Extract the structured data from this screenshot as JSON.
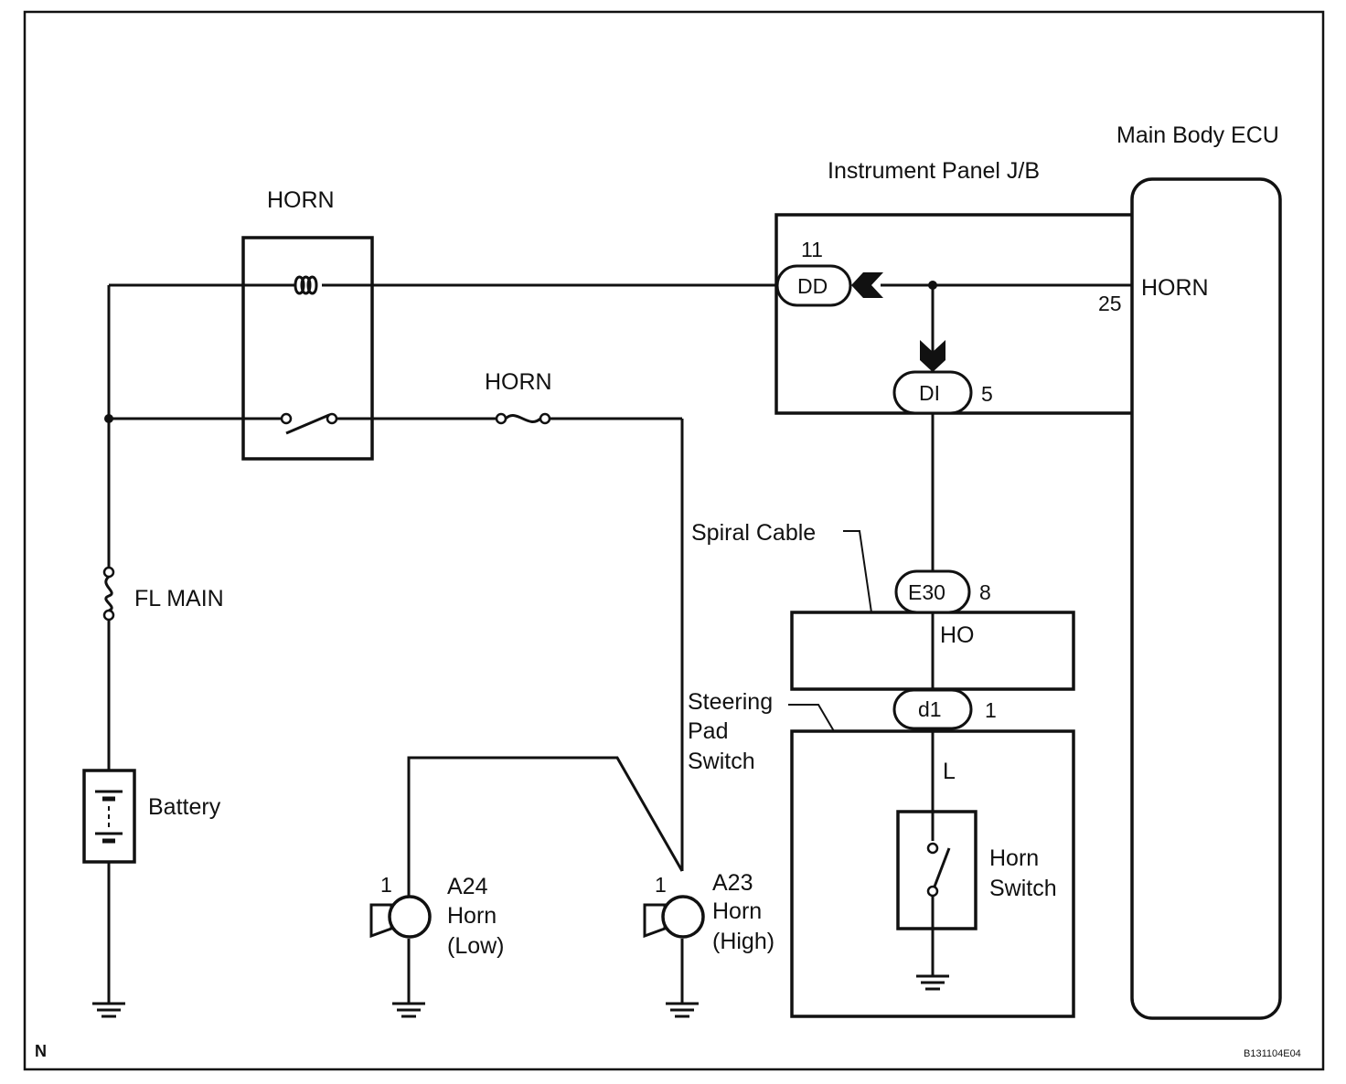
{
  "components": {
    "main_body_ecu": "Main Body ECU",
    "instrument_panel_jb": "Instrument Panel J/B",
    "horn_relay": "HORN",
    "horn_fuse": "HORN",
    "fl_main": "FL MAIN",
    "battery": "Battery",
    "spiral_cable": "Spiral Cable",
    "steering_pad_switch": [
      "Steering",
      "Pad",
      "Switch"
    ],
    "horn_switch": [
      "Horn",
      "Switch"
    ],
    "horn_low": [
      "A24",
      "Horn",
      "(Low)"
    ],
    "horn_high": [
      "A23",
      "Horn",
      "(High)"
    ]
  },
  "connectors": {
    "dd": "DD",
    "di": "DI",
    "e30": "E30",
    "d1": "d1"
  },
  "pins": {
    "dd": "11",
    "ecu_horn_pin": "25",
    "ecu_horn_name": "HORN",
    "di": "5",
    "e30": "8",
    "e30_signal": "HO",
    "d1": "1",
    "wire_color": "L",
    "horn_low": "1",
    "horn_high": "1"
  },
  "footer": {
    "corner_mark": "N",
    "figure_code": "B131104E04"
  }
}
